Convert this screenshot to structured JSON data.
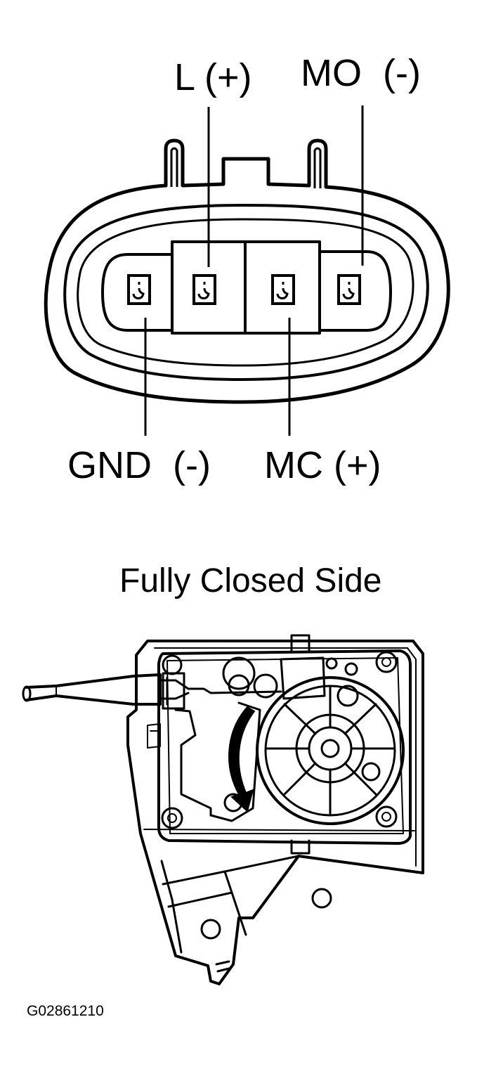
{
  "connector": {
    "labels": {
      "l_plus": "L (+)",
      "mo_minus": "MO  (-)",
      "gnd_minus": "GND  (-)",
      "mc_plus": "MC (+)"
    }
  },
  "actuator": {
    "caption": "Fully Closed Side"
  },
  "figure_code": "G02861210",
  "colors": {
    "ink": "#000000",
    "paper": "#ffffff"
  }
}
